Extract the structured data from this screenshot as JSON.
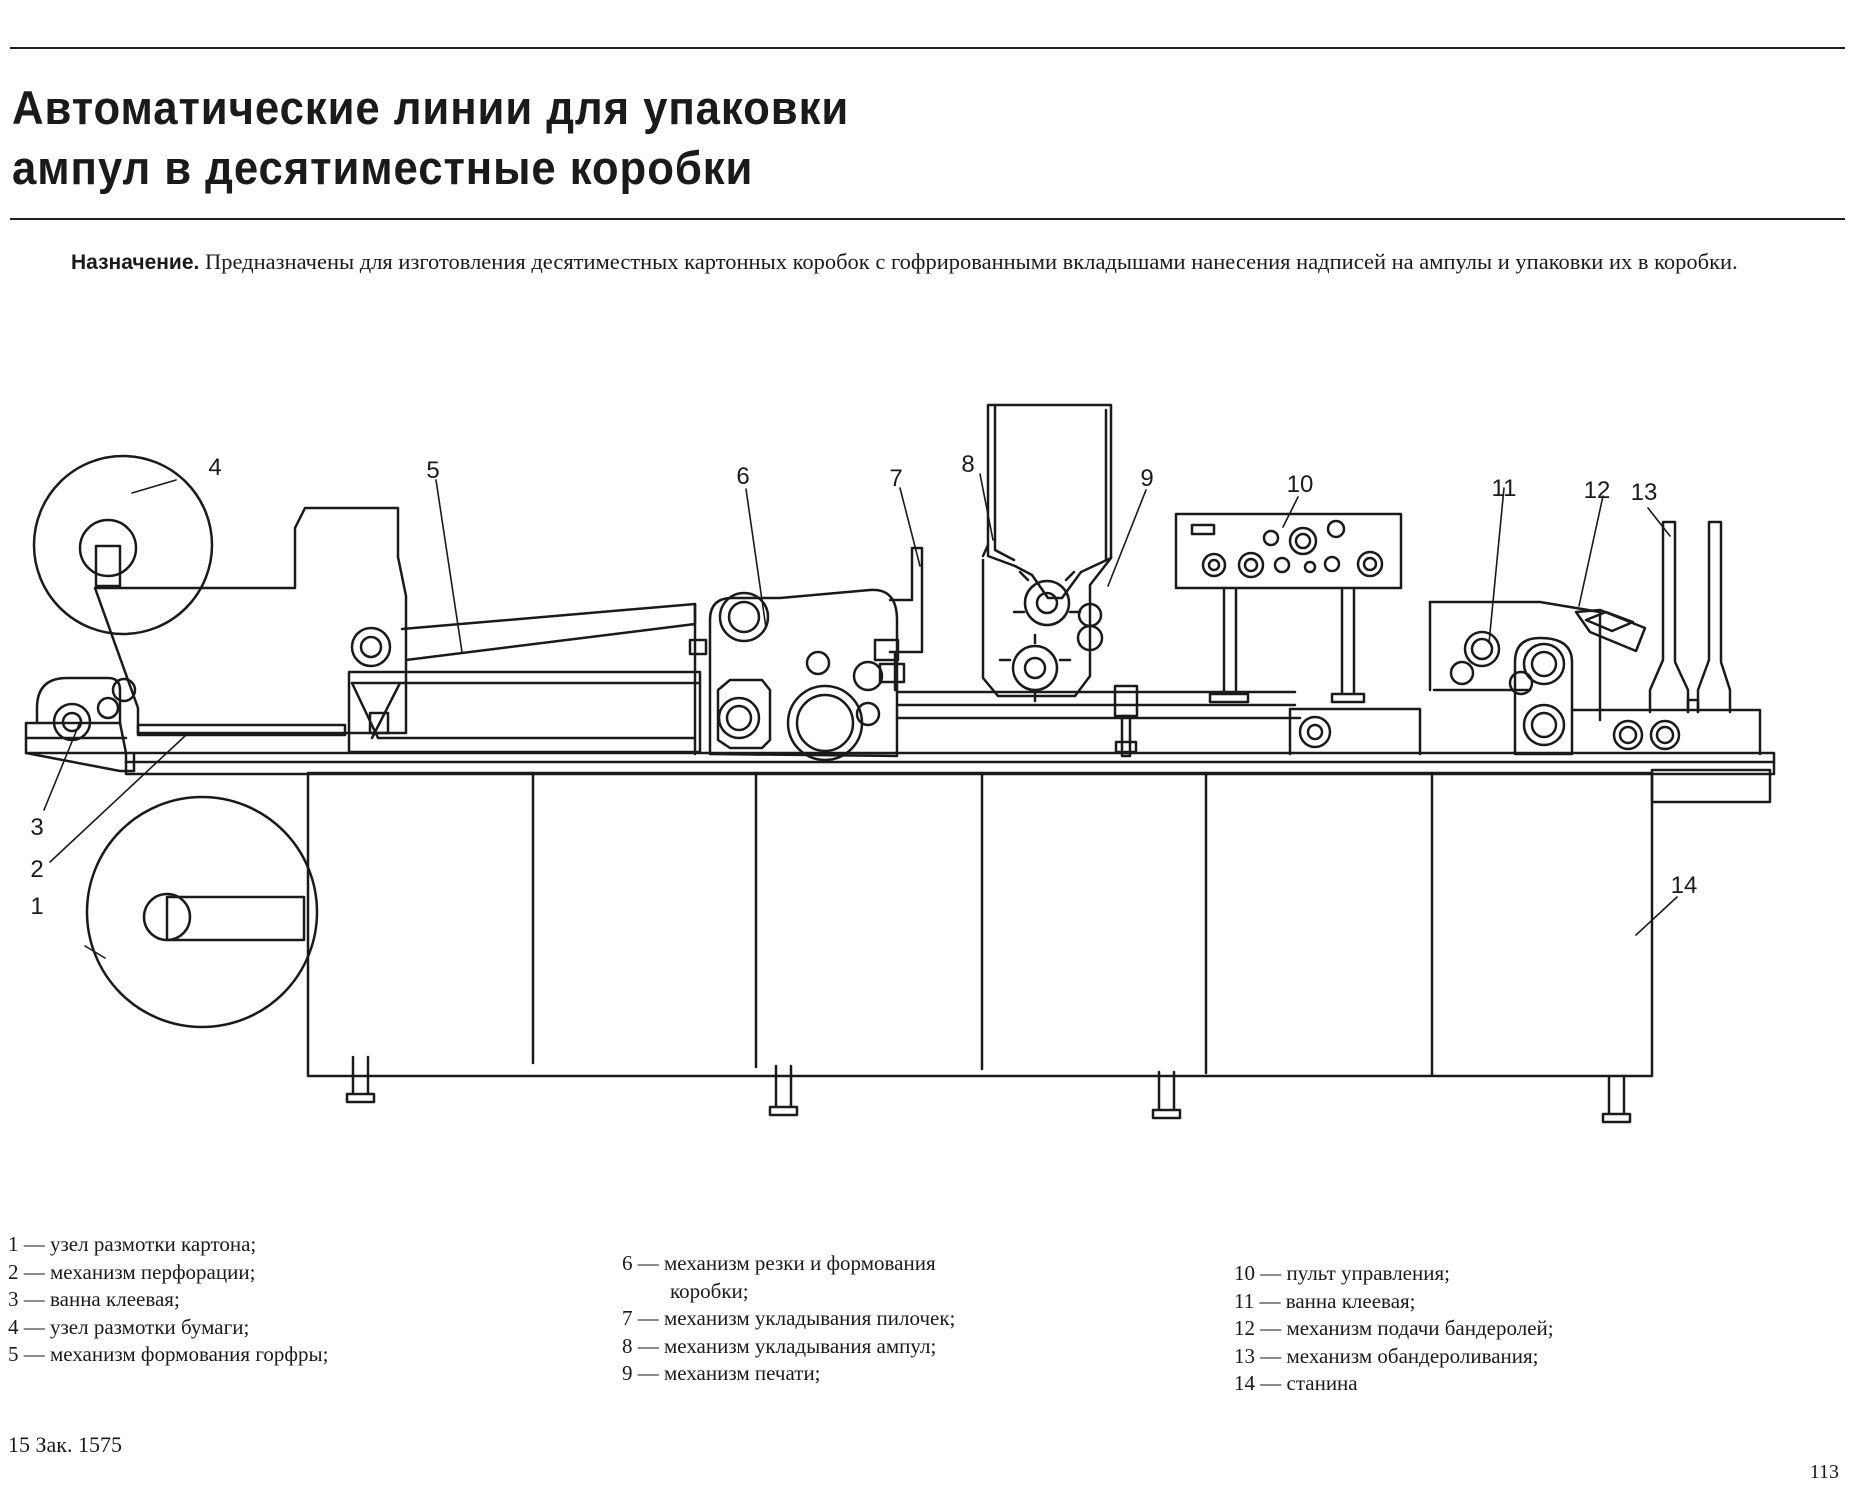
{
  "header": {
    "title_line1": "Автоматические линии для упаковки",
    "title_line2": "ампул в десятиместные коробки"
  },
  "purpose": {
    "lead": "Назначение.",
    "text": "Предназначены для изготовления десятиместных картонных коробок с гофрированными вкладышами нанесения надписей на ампулы и упаковки их в коробки."
  },
  "figure": {
    "callouts": [
      "1",
      "2",
      "3",
      "4",
      "5",
      "6",
      "7",
      "8",
      "9",
      "10",
      "11",
      "12",
      "13",
      "14"
    ]
  },
  "legend": {
    "col1": [
      "1 — узел размотки картона;",
      "2 — механизм перфорации;",
      "3 — ванна клеевая;",
      "4 — узел размотки бумаги;",
      "5 — механизм формования горфры;"
    ],
    "col2": [
      "6 — механизм резки и формования",
      "коробки;",
      "7 — механизм укладывания пилочек;",
      "8 — механизм укладывания ампул;",
      "9 — механизм печати;"
    ],
    "col3": [
      "10 — пульт управления;",
      "11 — ванна клеевая;",
      "12 — механизм подачи бандеролей;",
      "13 — механизм обандероливания;",
      "14 — станина"
    ]
  },
  "footer": {
    "note": "15 Зак. 1575",
    "page_number": "113"
  }
}
